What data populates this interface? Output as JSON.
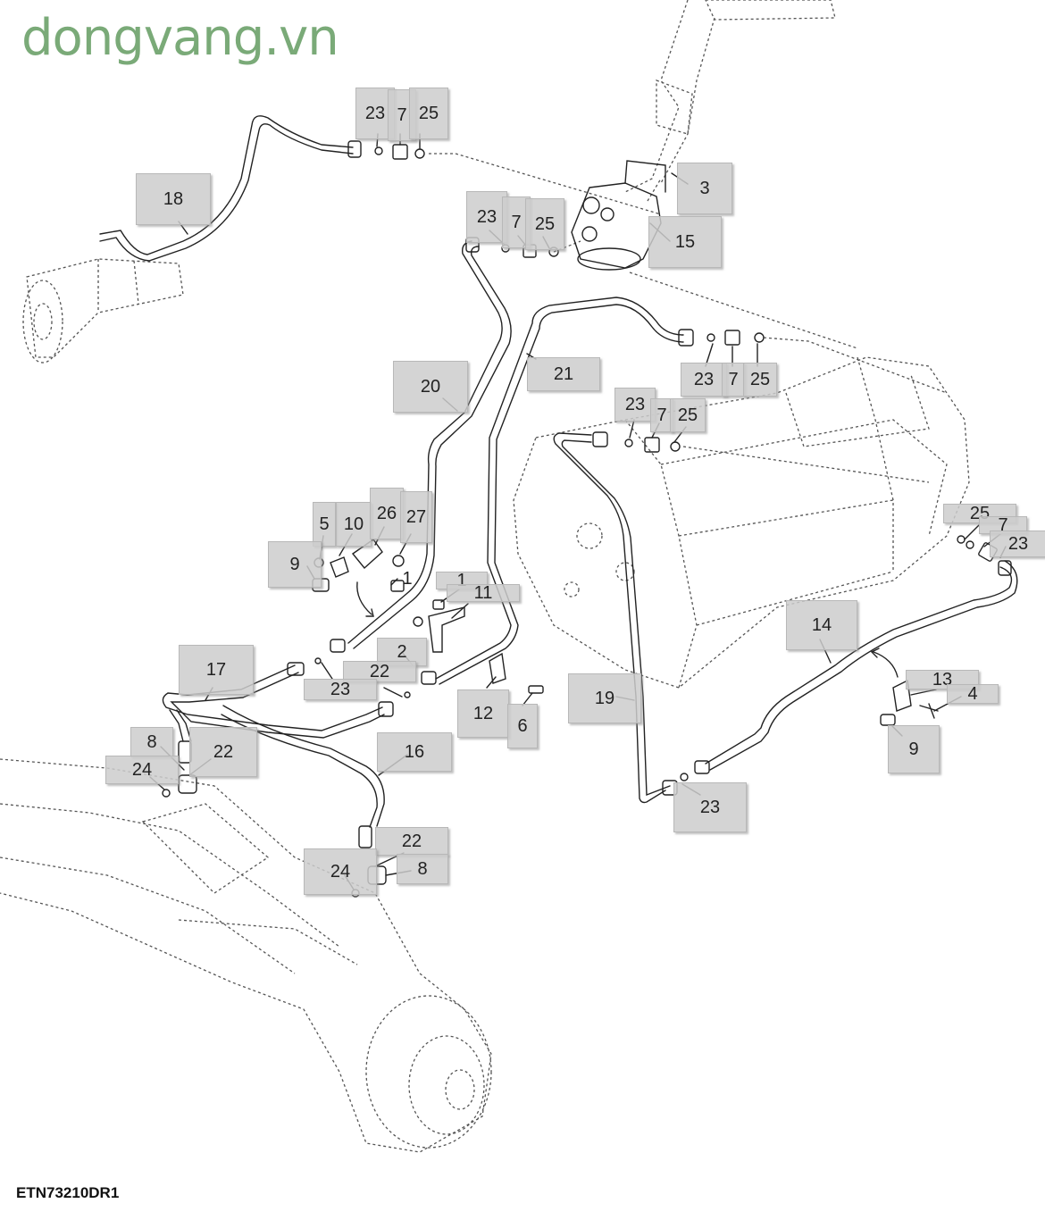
{
  "watermark": "dongvang.vn",
  "figure_code": "ETN73210DR1",
  "callouts": {
    "c23a": "23",
    "c7a": "7",
    "c25a": "25",
    "c3": "3",
    "c15": "15",
    "c18": "18",
    "c23b": "23",
    "c7b": "7",
    "c25b": "25",
    "c20": "20",
    "c21": "21",
    "c23c": "23",
    "c7c": "7",
    "c25c": "25",
    "c23d": "23",
    "c7d": "7",
    "c25d": "25",
    "c5": "5",
    "c10": "10",
    "c26": "26",
    "c27": "27",
    "c9a": "9",
    "c1a": "1",
    "c1b": "1",
    "c11": "11",
    "c2": "2",
    "c22a": "22",
    "c23e": "23",
    "c17": "17",
    "c12": "12",
    "c6": "6",
    "c19": "19",
    "c14": "14",
    "c25e": "25",
    "c7e": "7",
    "c23f": "23",
    "c13": "13",
    "c4": "4",
    "c9b": "9",
    "c8a": "8",
    "c22b": "22",
    "c24a": "24",
    "c16": "16",
    "c23g": "23",
    "c22c": "22",
    "c24b": "24",
    "c8b": "8"
  }
}
